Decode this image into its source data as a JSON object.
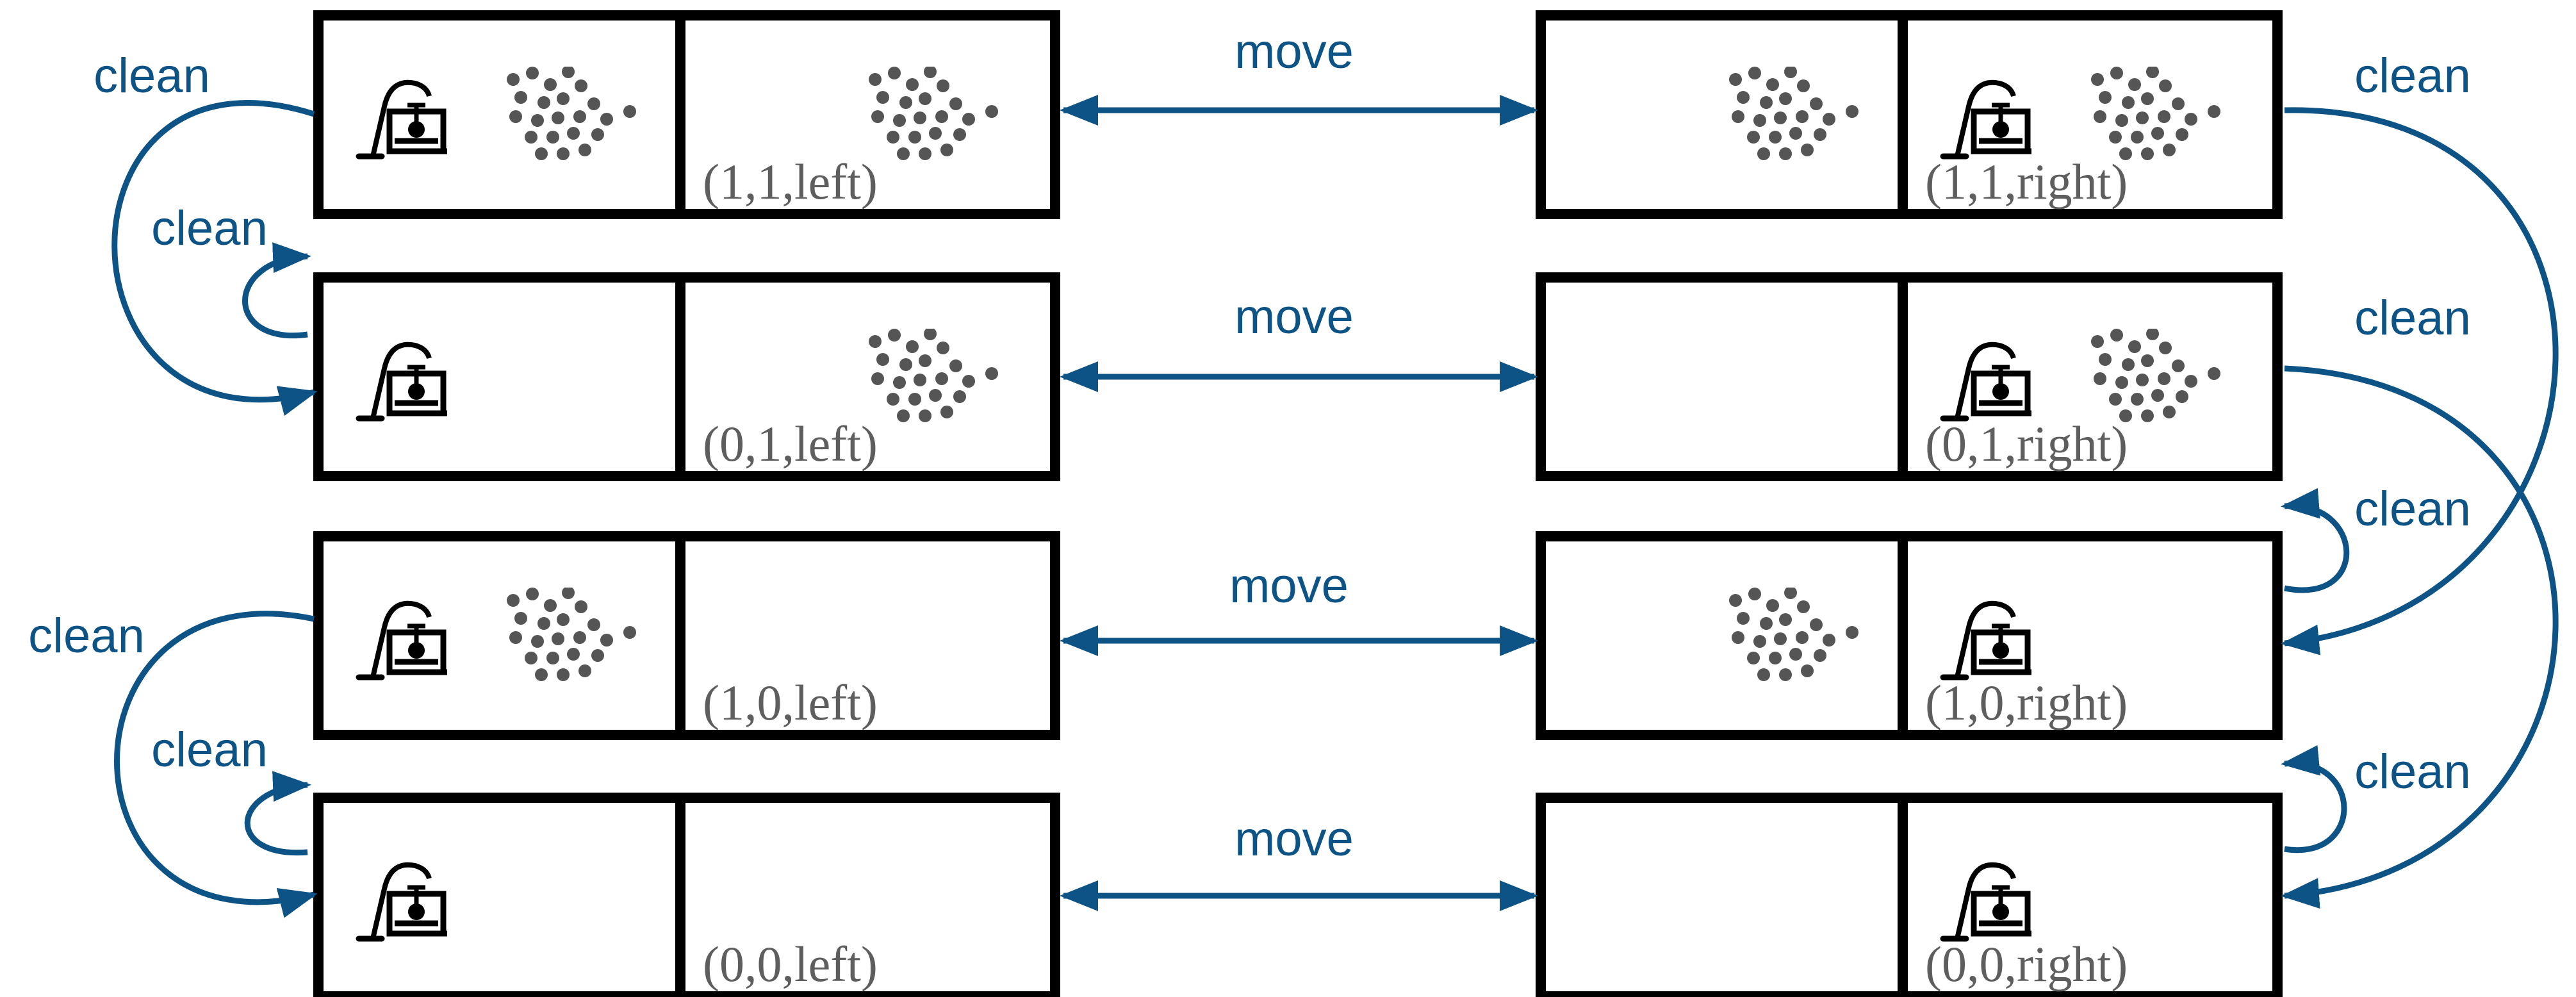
{
  "colors": {
    "edge": "#0d5385",
    "state_label": "#5e5e5e",
    "dirt": "#555555",
    "vacuum": "#000000",
    "border": "#000000"
  },
  "icons": [
    "vacuum-icon",
    "dirt-icon"
  ],
  "states": [
    {
      "id": "s11L",
      "label": "(1,1,left)",
      "vacuum": "left",
      "dirt_left": true,
      "dirt_right": true
    },
    {
      "id": "s01L",
      "label": "(0,1,left)",
      "vacuum": "left",
      "dirt_left": false,
      "dirt_right": true
    },
    {
      "id": "s10L",
      "label": "(1,0,left)",
      "vacuum": "left",
      "dirt_left": true,
      "dirt_right": false
    },
    {
      "id": "s00L",
      "label": "(0,0,left)",
      "vacuum": "left",
      "dirt_left": false,
      "dirt_right": false
    },
    {
      "id": "s11R",
      "label": "(1,1,right)",
      "vacuum": "right",
      "dirt_left": true,
      "dirt_right": true
    },
    {
      "id": "s01R",
      "label": "(0,1,right)",
      "vacuum": "right",
      "dirt_left": false,
      "dirt_right": true
    },
    {
      "id": "s10R",
      "label": "(1,0,right)",
      "vacuum": "right",
      "dirt_left": true,
      "dirt_right": false
    },
    {
      "id": "s00R",
      "label": "(0,0,right)",
      "vacuum": "right",
      "dirt_left": false,
      "dirt_right": false
    }
  ],
  "transitions": [
    {
      "label": "move",
      "from": "s11L",
      "to": "s11R",
      "bidirectional": true
    },
    {
      "label": "move",
      "from": "s01L",
      "to": "s01R",
      "bidirectional": true
    },
    {
      "label": "move",
      "from": "s10L",
      "to": "s10R",
      "bidirectional": true
    },
    {
      "label": "move",
      "from": "s00L",
      "to": "s00R",
      "bidirectional": true
    },
    {
      "label": "clean",
      "from": "s11L",
      "to": "s01L"
    },
    {
      "label": "clean",
      "from": "s01L",
      "to": "s01L"
    },
    {
      "label": "clean",
      "from": "s10L",
      "to": "s00L"
    },
    {
      "label": "clean",
      "from": "s00L",
      "to": "s00L"
    },
    {
      "label": "clean",
      "from": "s11R",
      "to": "s10R"
    },
    {
      "label": "clean",
      "from": "s01R",
      "to": "s00R"
    },
    {
      "label": "clean",
      "from": "s10R",
      "to": "s10R"
    },
    {
      "label": "clean",
      "from": "s00R",
      "to": "s00R"
    }
  ]
}
